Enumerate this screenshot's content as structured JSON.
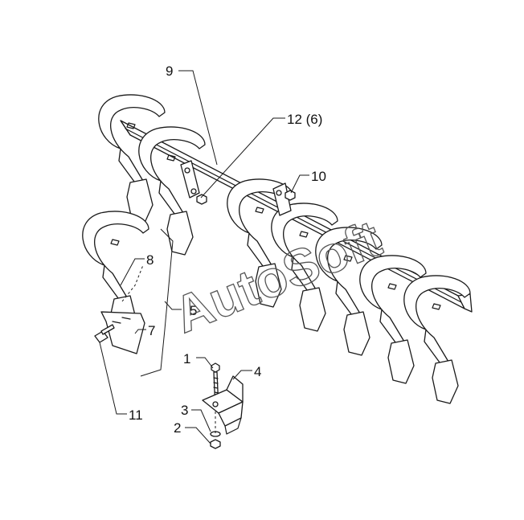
{
  "callouts": {
    "c1": "1",
    "c2": "2",
    "c3": "3",
    "c4": "4",
    "c5": "5",
    "c7": "7",
    "c8": "8",
    "c9": "9",
    "c10": "10",
    "c11": "11",
    "c12": "12 (6)"
  },
  "watermark": "AutoSoft",
  "colors": {
    "line": "#1a1a1a",
    "background": "#ffffff"
  }
}
